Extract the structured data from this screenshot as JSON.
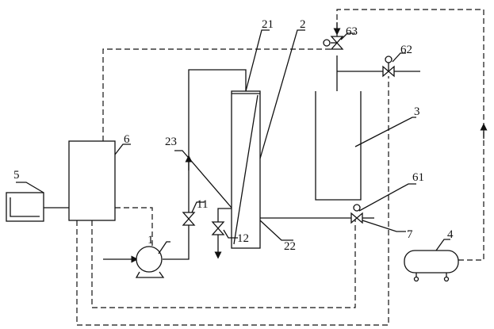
{
  "labels": {
    "l1": "1",
    "l2": "2",
    "l3": "3",
    "l4": "4",
    "l5": "5",
    "l6": "6",
    "l7": "7",
    "l11": "11",
    "l12": "12",
    "l21": "21",
    "l22": "22",
    "l23": "23",
    "l61": "61",
    "l62": "62",
    "l63": "63"
  }
}
